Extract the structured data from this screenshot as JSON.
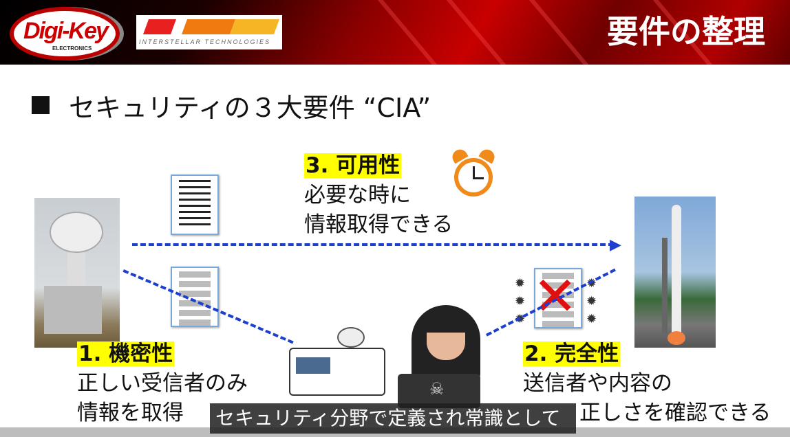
{
  "header": {
    "logo_digikey": "Digi-Key ELECTRONICS",
    "logo_ist": "INTERSTELLAR TECHNOLOGIES",
    "title": "要件の整理"
  },
  "heading": "セキュリティの３大要件 “CIA”",
  "availability": {
    "label": "3. 可用性",
    "line1": "必要な時に",
    "line2": "情報取得できる"
  },
  "confidentiality": {
    "label": "1. 機密性",
    "line1": "正しい受信者のみ",
    "line2": "情報を取得"
  },
  "integrity": {
    "label": "2. 完全性",
    "line1": "送信者や内容の",
    "line2": "正しさを確認できる"
  },
  "subtitle": "セキュリティ分野で定義され常識として",
  "colors": {
    "arrow": "#1c3fd0",
    "highlight": "#ffff00",
    "header": "#c80000"
  }
}
